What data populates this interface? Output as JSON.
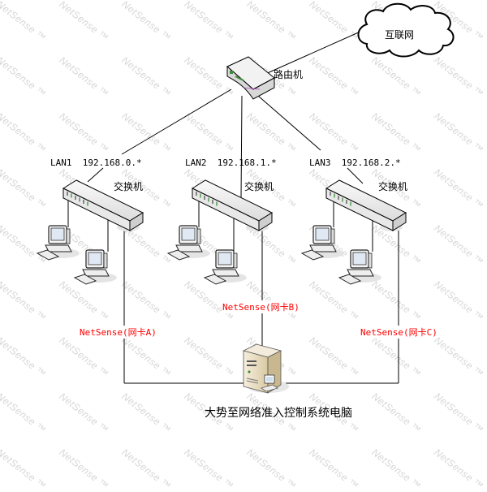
{
  "watermark": {
    "text": "NetSense ™"
  },
  "internet": {
    "label": "互联网"
  },
  "router": {
    "label": "路由机"
  },
  "lans": [
    {
      "name": "LAN1",
      "subnet": "192.168.0.*",
      "switch_label": "交换机",
      "netsense_label": "NetSense(网卡A)"
    },
    {
      "name": "LAN2",
      "subnet": "192.168.1.*",
      "switch_label": "交换机",
      "netsense_label": "NetSense(网卡B)"
    },
    {
      "name": "LAN3",
      "subnet": "192.168.2.*",
      "switch_label": "交换机",
      "netsense_label": "NetSense(网卡C)"
    }
  ],
  "server": {
    "label": "大势至网络准入控制系统电脑"
  },
  "colors": {
    "line": "#000000",
    "accent_red": "#ff0000",
    "cloud_fill": "#ffffff",
    "switch_fill": "#f0f0f0",
    "server_fill": "#efe4cc",
    "watermark": "#d6d6d6"
  }
}
